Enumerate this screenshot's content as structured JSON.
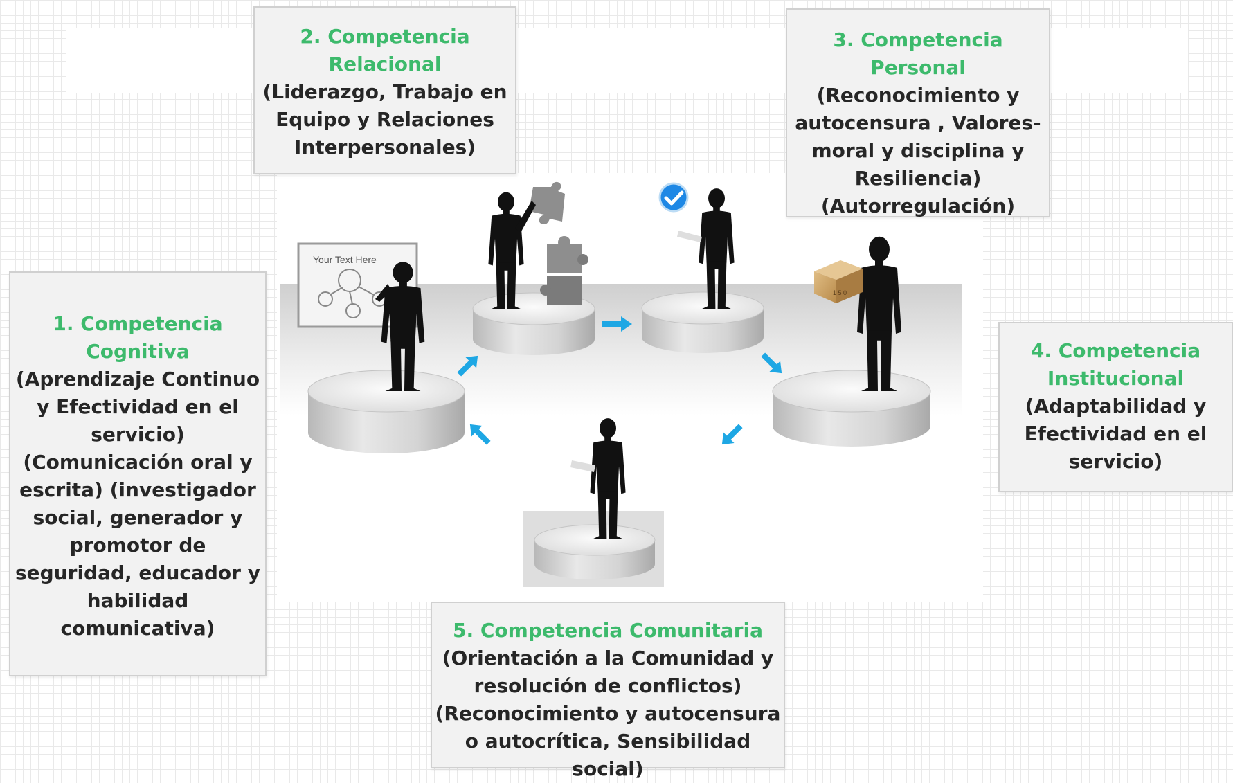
{
  "diagram": {
    "boxes": [
      {
        "title": "1.   Competencia\nCognitiva",
        "body": "(Aprendizaje Continuo\ny Efectividad en el\nservicio)\n(Comunicación oral y\nescrita) (investigador\nsocial, generador y\npromotor de\nseguridad, educador y\nhabilidad\ncomunicativa)"
      },
      {
        "title": "2. Competencia\nRelacional",
        "body": "(Liderazgo, Trabajo en\nEquipo y Relaciones\nInterpersonales)"
      },
      {
        "title": "3. Competencia\nPersonal",
        "body": "(Reconocimiento y\nautocensura , Valores-\nmoral y disciplina y\nResiliencia)\n(Autorregulación)"
      },
      {
        "title": "4. Competencia\nInstitucional",
        "body": "(Adaptabilidad y\nEfectividad en el\nservicio)"
      },
      {
        "title": "5. Competencia Comunitaria",
        "body": "(Orientación a la Comunidad y\nresolución de conflictos)\n(Reconocimiento y autocensura\no autocrítica, Sensibilidad social)"
      }
    ],
    "board_text": "Your Text Here",
    "box_label": "1 5 0"
  },
  "colors": {
    "title_green": "#3dba6c",
    "text_dark": "#262626",
    "box_fill": "#f2f2f2",
    "box_border": "#d0d0d0",
    "arrow_blue": "#1ea7e4",
    "silhouette": "#111111",
    "check_blue": "#1e88e5",
    "cardboard": "#c9a36a"
  }
}
